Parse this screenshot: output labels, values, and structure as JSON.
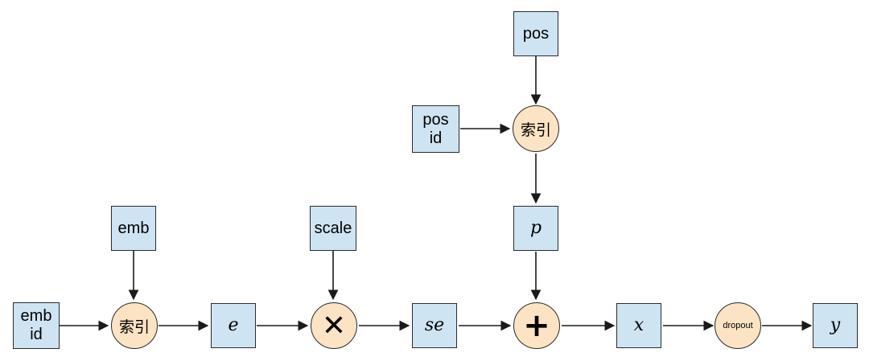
{
  "nodes": {
    "emb_id": "emb\nid",
    "emb": "emb",
    "index1": "索引",
    "e": "e",
    "scale": "scale",
    "multiply": "✕",
    "se": "se",
    "add": "+",
    "pos": "pos",
    "pos_id": "pos\nid",
    "index2": "索引",
    "p": "p",
    "x": "x",
    "dropout": "dropout",
    "y": "y"
  },
  "colors": {
    "box_fill": "#cfe4f3",
    "circle_fill": "#fbe3c3",
    "stroke": "#2b2b2b"
  }
}
